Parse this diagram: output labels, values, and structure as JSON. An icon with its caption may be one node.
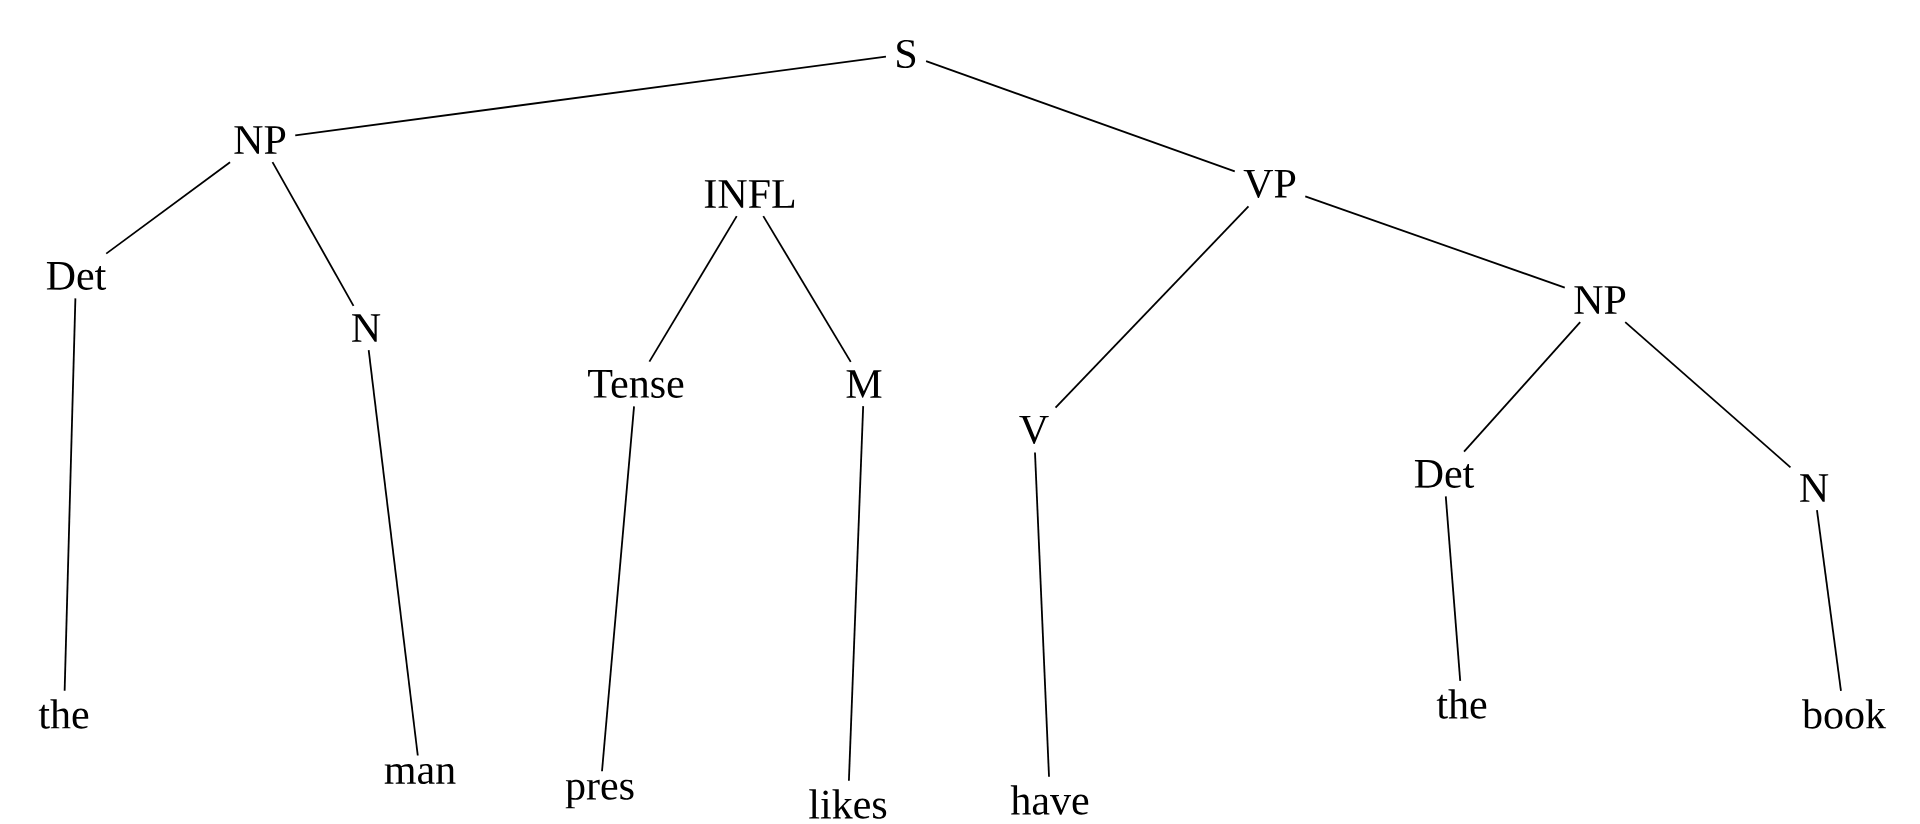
{
  "diagram": {
    "nodes": [
      {
        "text": [
          "S"
        ]
      },
      {
        "text": [
          "NP"
        ]
      },
      {
        "text": [
          "INFL"
        ]
      },
      {
        "text": [
          "VP"
        ]
      },
      {
        "text": [
          "Det"
        ]
      },
      {
        "text": [
          "N"
        ]
      },
      {
        "text": [
          "Tense"
        ]
      },
      {
        "text": [
          "M"
        ]
      },
      {
        "text": [
          "V"
        ]
      },
      {
        "text": [
          "NP"
        ]
      },
      {
        "text": [
          "Det"
        ]
      },
      {
        "text": [
          "N"
        ]
      },
      {
        "text": [
          "the"
        ]
      },
      {
        "text": [
          "man"
        ]
      },
      {
        "text": [
          "pres"
        ]
      },
      {
        "text": [
          "likes"
        ]
      },
      {
        "text": [
          "have"
        ]
      },
      {
        "text": [
          "the"
        ]
      },
      {
        "text": [
          "book"
        ]
      }
    ],
    "edges": [
      {
        "from": 0,
        "to": 1,
        "arrow": "none"
      },
      {
        "from": 0,
        "to": 3,
        "arrow": "none"
      },
      {
        "from": 1,
        "to": 4,
        "arrow": "none"
      },
      {
        "from": 1,
        "to": 5,
        "arrow": "none"
      },
      {
        "from": 2,
        "to": 6,
        "arrow": "none"
      },
      {
        "from": 2,
        "to": 7,
        "arrow": "none"
      },
      {
        "from": 3,
        "to": 8,
        "arrow": "none"
      },
      {
        "from": 3,
        "to": 9,
        "arrow": "none"
      },
      {
        "from": 9,
        "to": 10,
        "arrow": "none"
      },
      {
        "from": 9,
        "to": 11,
        "arrow": "none"
      },
      {
        "from": 4,
        "to": 12,
        "arrow": "none"
      },
      {
        "from": 5,
        "to": 13,
        "arrow": "none"
      },
      {
        "from": 6,
        "to": 14,
        "arrow": "none"
      },
      {
        "from": 7,
        "to": 15,
        "arrow": "none"
      },
      {
        "from": 8,
        "to": 16,
        "arrow": "none"
      },
      {
        "from": 10,
        "to": 17,
        "arrow": "none"
      },
      {
        "from": 11,
        "to": 18,
        "arrow": "none"
      }
    ]
  }
}
